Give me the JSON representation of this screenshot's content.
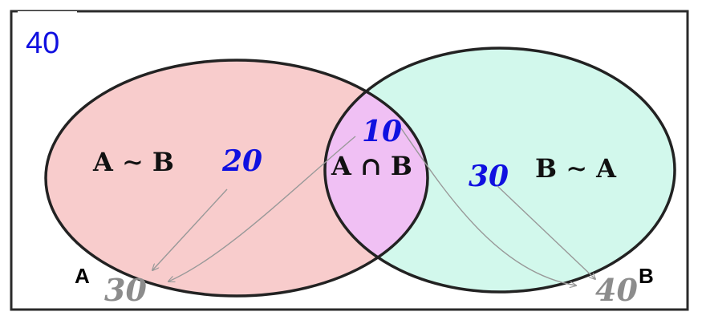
{
  "corner_total": "40",
  "sets": {
    "a": {
      "name": "A",
      "only_label": "A ∼ B",
      "only_value": "20",
      "total": "30",
      "fill": "#f8cccc"
    },
    "b": {
      "name": "B",
      "only_label": "B ∼ A",
      "only_value": "30",
      "total": "40",
      "fill": "#d2f8ec"
    }
  },
  "intersection": {
    "label": "A ∩ B",
    "value": "10",
    "fill": "#f0c0f4"
  },
  "colors": {
    "value_blue": "#1010e0",
    "total_gray": "#8c8c8c",
    "outline": "#222222",
    "arrow": "#999999"
  }
}
